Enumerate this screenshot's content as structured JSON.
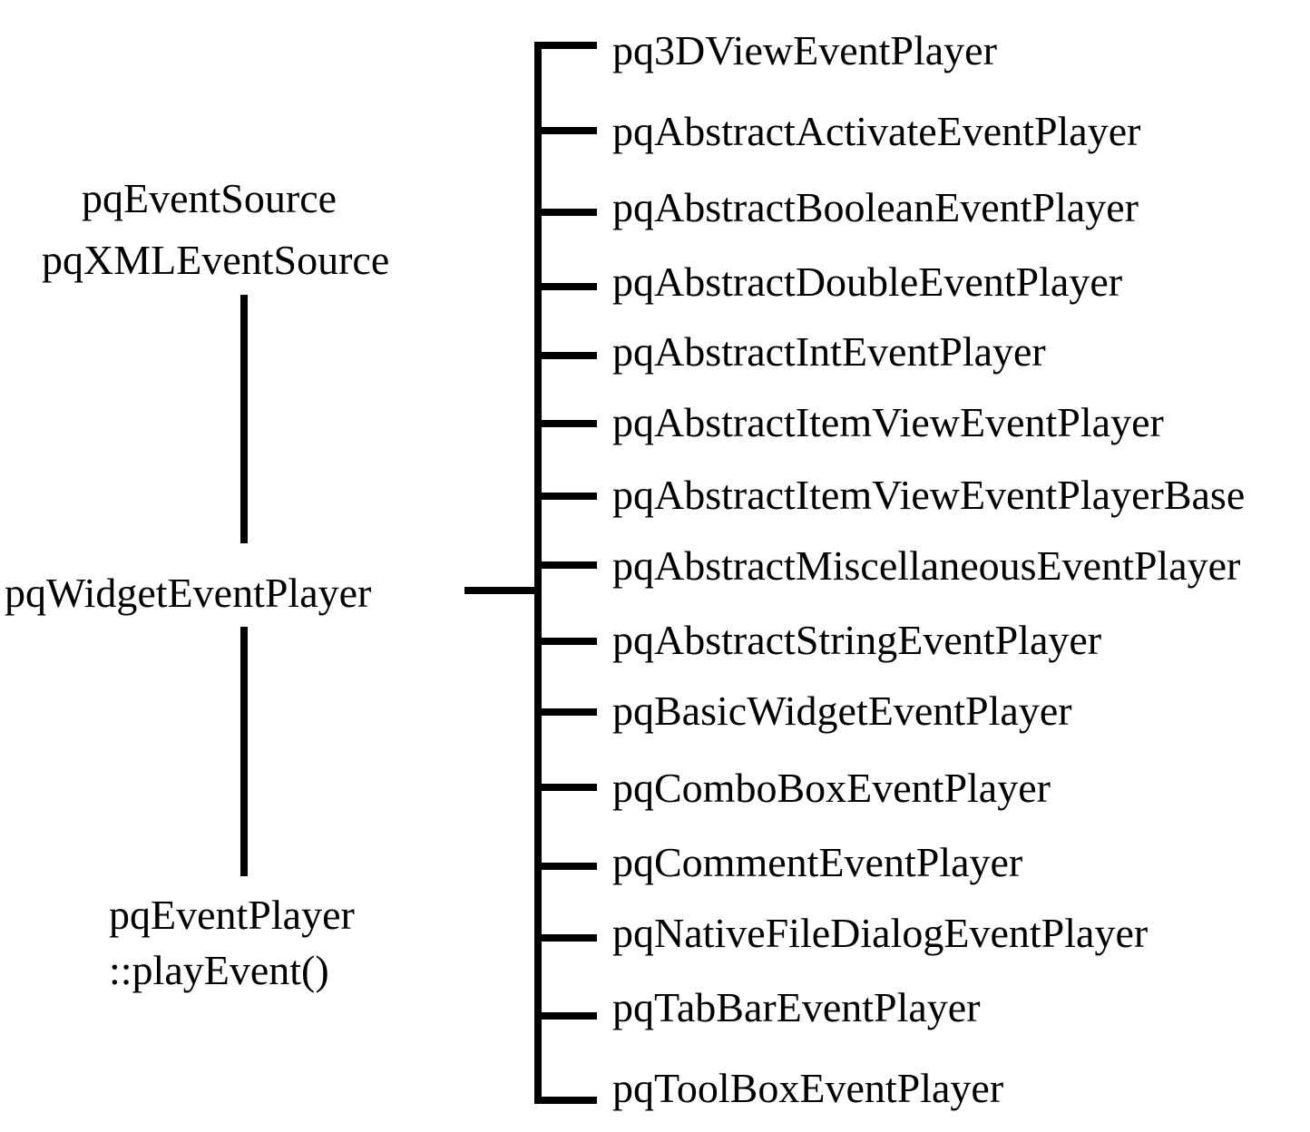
{
  "source_block": {
    "line1": "pqEventSource",
    "line2": "pqXMLEventSource"
  },
  "widget_player": "pqWidgetEventPlayer",
  "event_player": {
    "line1": "pqEventPlayer",
    "line2": "::playEvent()"
  },
  "players": [
    "pq3DViewEventPlayer",
    "pqAbstractActivateEventPlayer",
    "pqAbstractBooleanEventPlayer",
    "pqAbstractDoubleEventPlayer",
    "pqAbstractIntEventPlayer",
    "pqAbstractItemViewEventPlayer",
    "pqAbstractItemViewEventPlayerBase",
    "pqAbstractMiscellaneousEventPlayer",
    "pqAbstractStringEventPlayer",
    "pqBasicWidgetEventPlayer",
    "pqComboBoxEventPlayer",
    "pqCommentEventPlayer",
    "pqNativeFileDialogEventPlayer",
    "pqTabBarEventPlayer",
    "pqToolBoxEventPlayer"
  ]
}
